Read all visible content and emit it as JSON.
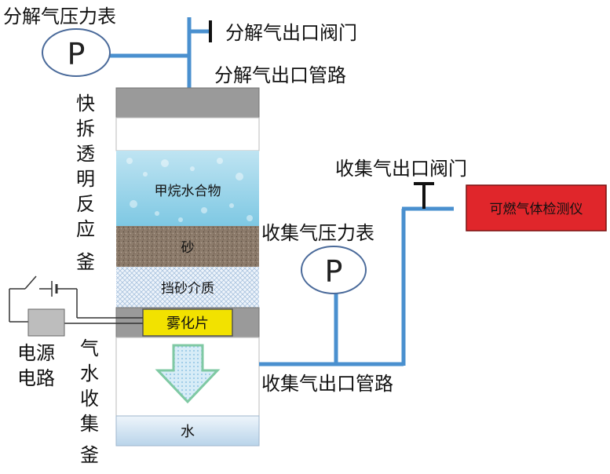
{
  "labels": {
    "decomp_gauge": "分解气压力表",
    "decomp_valve": "分解气出口阀门",
    "decomp_pipe": "分解气出口管路",
    "reactor_chars": [
      "快",
      "拆",
      "透",
      "明",
      "反",
      "应",
      "釜"
    ],
    "collect_valve": "收集气出口阀门",
    "collect_gauge": "收集气压力表",
    "collect_pipe": "收集气出口管路",
    "power_chars_1": "电源",
    "power_chars_2": "电路",
    "tank_chars": [
      "气",
      "水",
      "收",
      "集",
      "釜"
    ]
  },
  "layers": {
    "hydrate": "甲烷水合物",
    "sand": "砂",
    "medium": "挡砂介质",
    "atomizer": "雾化片",
    "water": "水"
  },
  "gauges": {
    "decomp_symbol": "P",
    "collect_symbol": "P"
  },
  "detector": {
    "label": "可燃气体检测仪",
    "color": "#e0262b"
  },
  "colors": {
    "pipe": "#4a90cf",
    "cap": "#9a9a9a",
    "atomizer": "#f2e200",
    "arrow_border": "#7fc9a3"
  }
}
